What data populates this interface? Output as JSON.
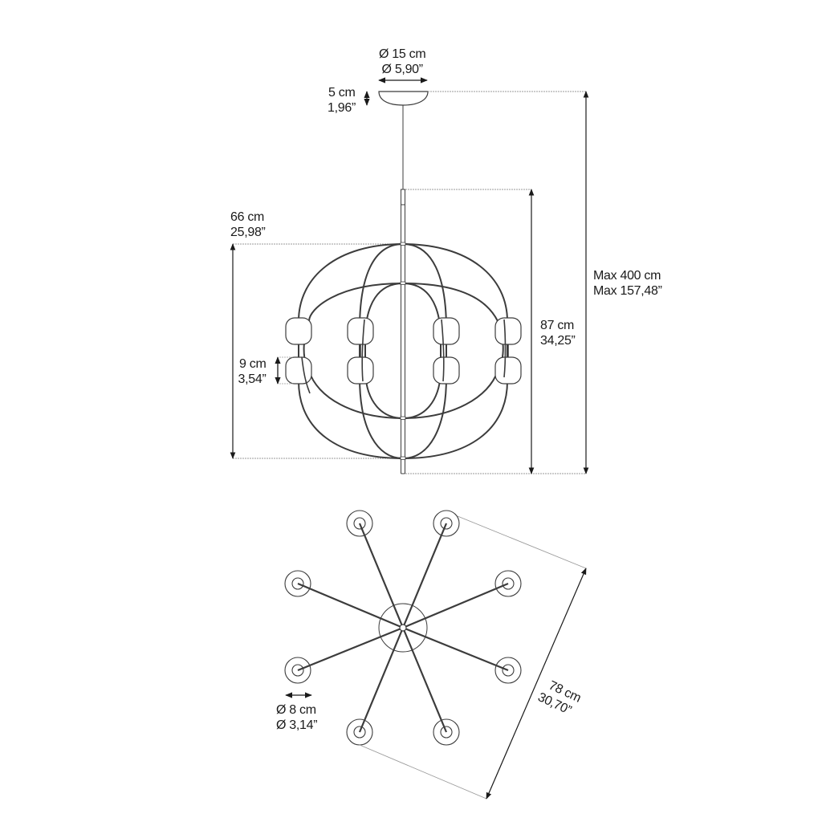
{
  "colors": {
    "line": "#3c3c3c",
    "dim_line": "#1a1a1a",
    "extension_line": "#9a9a9a",
    "text": "#1a1a1a",
    "background": "#ffffff"
  },
  "side_view": {
    "canopy_diameter": {
      "metric": "Ø 15 cm",
      "imperial": "Ø 5,90”"
    },
    "canopy_height": {
      "metric": "5 cm",
      "imperial": "1,96”"
    },
    "body_width": {
      "metric": "66 cm",
      "imperial": "25,98”"
    },
    "body_height": {
      "metric": "87 cm",
      "imperial": "34,25”"
    },
    "overall_height": {
      "metric": "Max 400 cm",
      "imperial": "Max 157,48”"
    },
    "shade_height": {
      "metric": "9 cm",
      "imperial": "3,54”"
    },
    "shade_count": 16,
    "ring_count": 4
  },
  "top_view": {
    "shade_diameter": {
      "metric": "Ø 8 cm",
      "imperial": "Ø 3,14”"
    },
    "overall_width": {
      "metric": "78 cm",
      "imperial": "30,70”"
    },
    "arm_count": 8
  }
}
